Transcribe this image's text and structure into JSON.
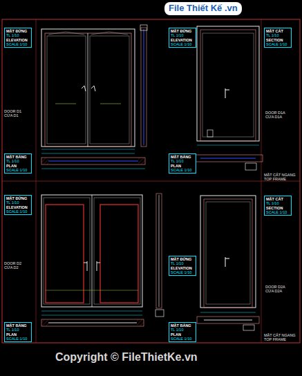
{
  "diagram": {
    "labels": [
      "MẶT ĐỨNG",
      "TL 1/10",
      "ELEVATION",
      "SCALE 1/10",
      "MẶT ĐỨNG",
      "TL 1/10",
      "ELEVATION",
      "SCALE 1/10",
      "MẶT CẮT",
      "TL 1/10",
      "SECTION",
      "SCALE 1/10",
      "DOOR D1",
      "CỬA D1",
      "DOOR D1A",
      "CỬA D1A",
      "MẶT BẰNG",
      "TL 1/10",
      "PLAN",
      "SCALE 1/10",
      "MẶT BẰNG",
      "TL 1/10",
      "PLAN",
      "SCALE 1/10",
      "MẶT CẮT NGANG",
      "TOP FRAME",
      "MẶT ĐỨNG",
      "TL 1/10",
      "ELEVATION",
      "SCALE 1/10",
      "MẶT ĐỨNG",
      "TL 1/10",
      "ELEVATION",
      "SCALE 1/10",
      "MẶT CẮT",
      "TL 1/10",
      "SECTION",
      "SCALE 1/10",
      "DOOR D2",
      "CỬA D2",
      "DOOR D2A",
      "CỬA D2A",
      "MẶT BẰNG",
      "TL 1/10",
      "PLAN",
      "SCALE 1/10",
      "MẶT BẰNG",
      "TL 1/10",
      "PLAN",
      "SCALE 1/10",
      "MẶT CẮT NGANG",
      "TOP FRAME",
      "Copyright © FileThietKe.vn",
      "File Thiết Kế .vn"
    ]
  }
}
